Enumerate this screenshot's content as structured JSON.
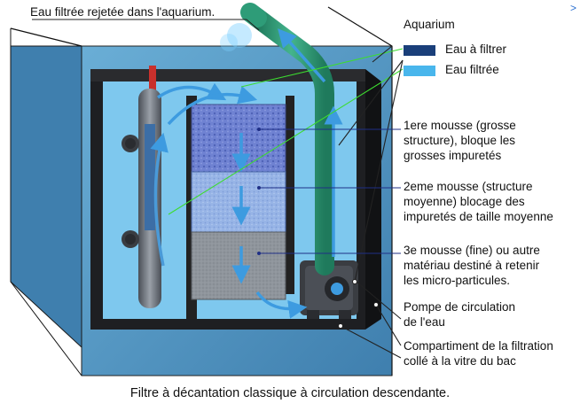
{
  "labels": {
    "top_left": "Eau filtrée rejetée dans l'aquarium.",
    "aquarium": "Aquarium",
    "foam1": [
      "1ere mousse  (grosse",
      "structure), bloque les",
      "grosses impuretés"
    ],
    "foam2": [
      "2eme mousse (structure",
      "moyenne) blocage des",
      "impuretés de taille moyenne"
    ],
    "foam3": [
      "3e mousse (fine) ou autre",
      "matériau destiné à retenir",
      "les micro-particules."
    ],
    "pump": [
      "Pompe de circulation",
      "de l'eau"
    ],
    "compartment": [
      "Compartiment de la filtration",
      "collé à la vitre du bac"
    ],
    "caption": "Filtre à décantation classique à circulation descendante.",
    "corner": ">"
  },
  "legend": [
    {
      "label": "Eau à filtrer",
      "color": "#1a3f7a"
    },
    {
      "label": "Eau filtrée",
      "color": "#49b6ec"
    }
  ],
  "colors": {
    "aquarium_water": "#5aa0cc",
    "filter_water": "#7ec8ee",
    "foam_coarse": "#6f82d2",
    "foam_medium": "#97b4e6",
    "foam_fine": "#8f959c",
    "return_pipe": "#2e9c78",
    "pointer_line": "#3ddc30"
  }
}
